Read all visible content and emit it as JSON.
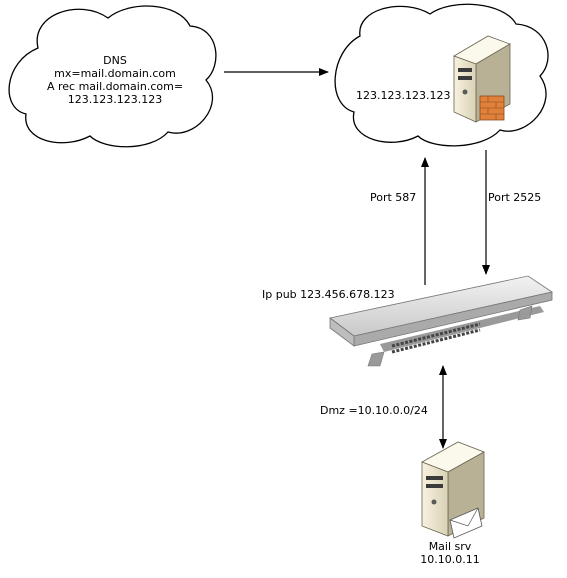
{
  "dns_cloud": {
    "lines": [
      "DNS",
      "mx=mail.domain.com",
      "A rec mail.domain.com=",
      "123.123.123.123"
    ]
  },
  "remote_cloud": {
    "ip": "123.123.123.123"
  },
  "links": {
    "port_up": "Port 587",
    "port_down": "Port 2525",
    "ip_pub": "Ip pub 123.456.678.123",
    "dmz": "Dmz =10.10.0.0/24"
  },
  "mail_server": {
    "name": "Mail srv",
    "ip": "10.10.0.11"
  },
  "icons": {
    "dns_cloud": "cloud-icon",
    "remote_cloud": "cloud-icon",
    "remote_server": "server-firewall-icon",
    "router": "rack-router-icon",
    "mail_server": "mail-server-icon"
  },
  "colors": {
    "line": "#000000",
    "cloud_fill": "#ffffff",
    "server_beige": "#efe9d6",
    "firewall": "#e0803a"
  }
}
